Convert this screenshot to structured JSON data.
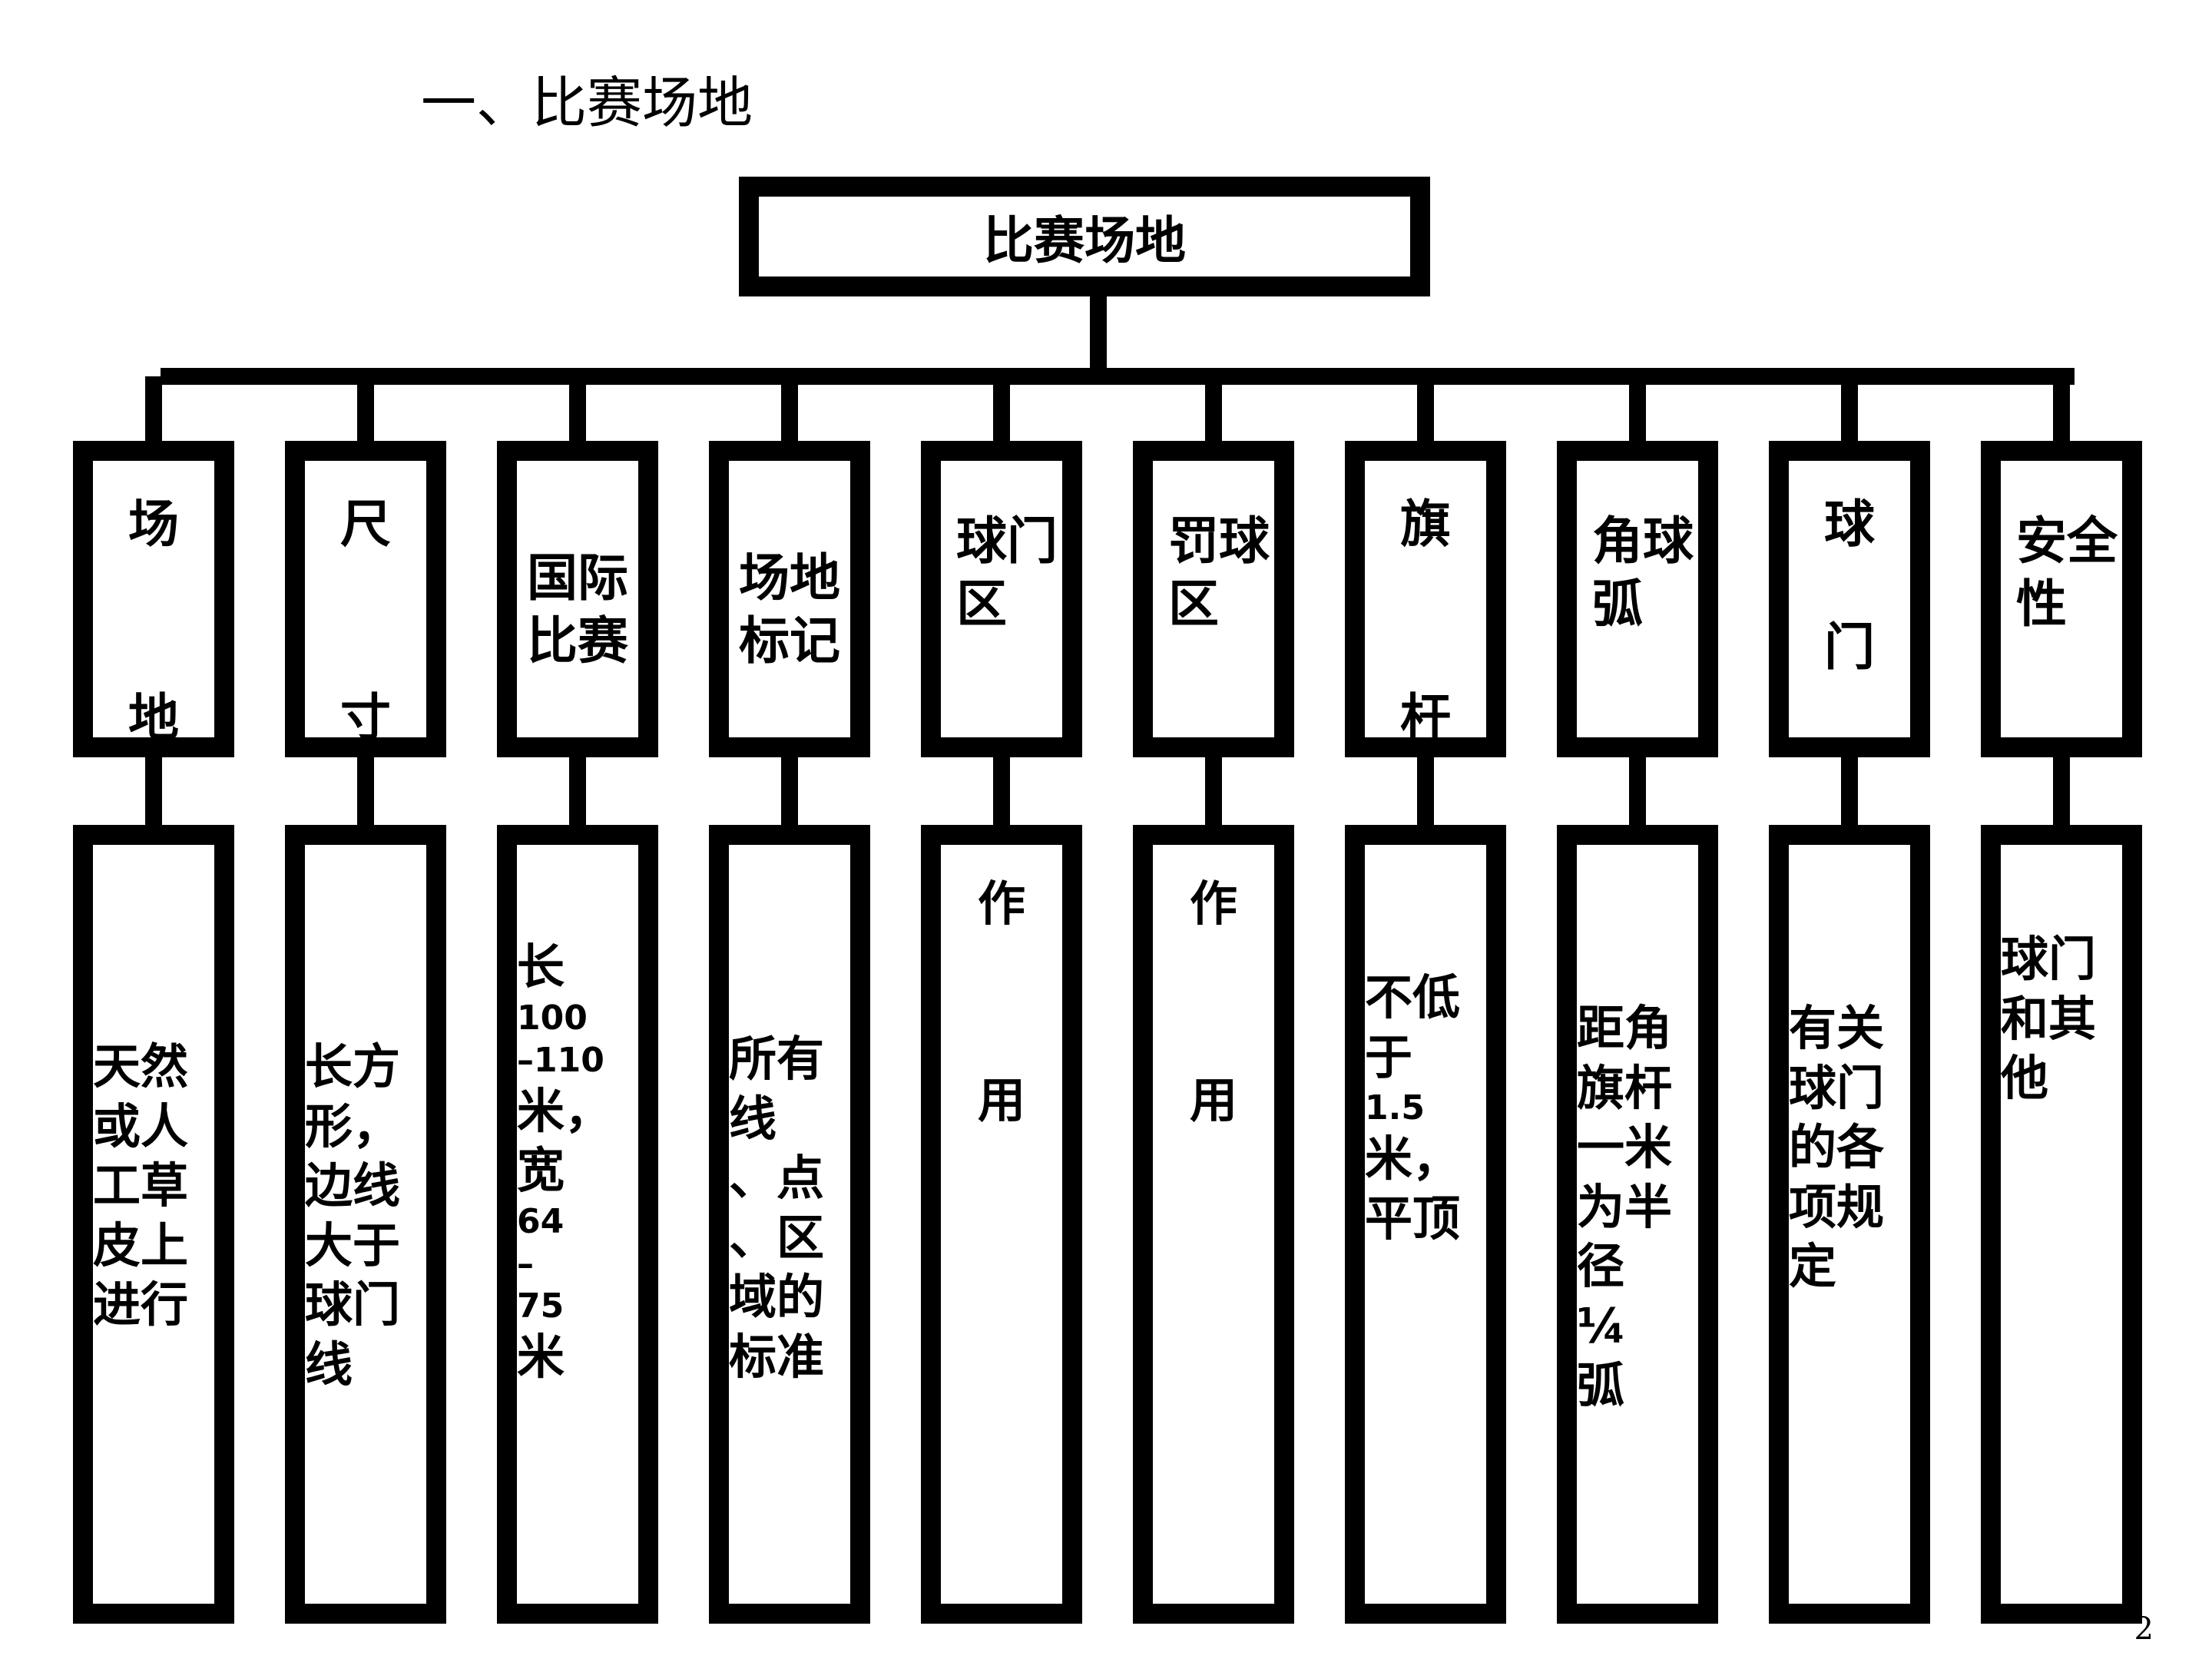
{
  "page_title": "一、比赛场地",
  "root": "比赛场地",
  "categories": [
    {
      "part1": "场",
      "part2": "地"
    },
    {
      "part1": "尺",
      "part2": "寸"
    },
    {
      "part1": "国际",
      "part2": "比赛"
    },
    {
      "part1": "场地",
      "part2": "标记"
    },
    {
      "part1": "球门",
      "part2": "区"
    },
    {
      "part1": "罚球",
      "part2": "区"
    },
    {
      "part1": "旗",
      "part2": "杆"
    },
    {
      "part1": "角球",
      "part2": "弧"
    },
    {
      "part1": "球",
      "part2": "门"
    },
    {
      "part1": "安全",
      "part2": "性"
    }
  ],
  "details": [
    {
      "lines": [
        "天然",
        "或人",
        "工草",
        "皮上",
        "进行"
      ]
    },
    {
      "lines": [
        "长方",
        "形，",
        "边线",
        "大于",
        "球门",
        "线"
      ]
    },
    {
      "lines": [
        "长",
        "100",
        "–110",
        "米，",
        "宽",
        "64",
        "–",
        "75",
        "米"
      ]
    },
    {
      "lines": [
        "所有",
        "线",
        "、点",
        "、区",
        "域的",
        "标准"
      ]
    },
    {
      "part1": "作",
      "part2": "用"
    },
    {
      "part1": "作",
      "part2": "用"
    },
    {
      "lines": [
        "不低",
        "于",
        "1.5",
        "米，",
        "平顶"
      ]
    },
    {
      "lines": [
        "距角",
        "旗杆",
        "一米",
        "为半",
        "径",
        "¼",
        "弧"
      ]
    },
    {
      "lines": [
        "有关",
        "球门",
        "的各",
        "项规",
        "定"
      ]
    },
    {
      "lines": [
        "球门",
        "和其",
        "他"
      ]
    }
  ],
  "page_number": "2"
}
